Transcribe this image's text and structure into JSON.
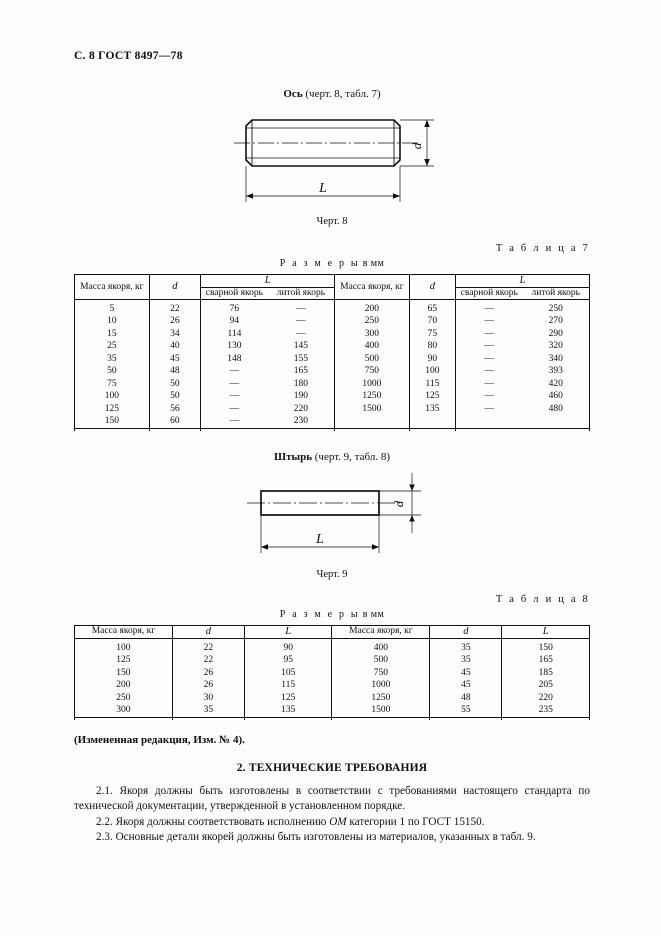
{
  "page": {
    "running_head": "С. 8 ГОСТ 8497—78"
  },
  "figure8": {
    "caption_bold": "Ось",
    "caption_rest": " (черт. 8, табл. 7)",
    "number": "Черт. 8",
    "dim_length": "L",
    "dim_diameter": "d"
  },
  "figure9": {
    "caption_bold": "Штырь",
    "caption_rest": " (черт. 9, табл. 8)",
    "number": "Черт. 9",
    "dim_length": "L",
    "dim_diameter": "d"
  },
  "table7": {
    "label": "Т а б л и ц а 7",
    "dims_prefix": "Р а з м е р ы",
    "dims_suffix": " в мм",
    "headers": {
      "mass": "Масса якоря, кг",
      "d": "d",
      "L": "L",
      "welded": "сварной якорь",
      "cast": "литой якорь"
    },
    "rows_left": [
      {
        "mass": "5",
        "d": "22",
        "welded": "76",
        "cast": "—"
      },
      {
        "mass": "10",
        "d": "26",
        "welded": "94",
        "cast": "—"
      },
      {
        "mass": "15",
        "d": "34",
        "welded": "114",
        "cast": "—"
      },
      {
        "mass": "25",
        "d": "40",
        "welded": "130",
        "cast": "145"
      },
      {
        "mass": "35",
        "d": "45",
        "welded": "148",
        "cast": "155"
      },
      {
        "mass": "50",
        "d": "48",
        "welded": "—",
        "cast": "165"
      },
      {
        "mass": "75",
        "d": "50",
        "welded": "—",
        "cast": "180"
      },
      {
        "mass": "100",
        "d": "50",
        "welded": "—",
        "cast": "190"
      },
      {
        "mass": "125",
        "d": "56",
        "welded": "—",
        "cast": "220"
      },
      {
        "mass": "150",
        "d": "60",
        "welded": "—",
        "cast": "230"
      }
    ],
    "rows_right": [
      {
        "mass": "200",
        "d": "65",
        "welded": "—",
        "cast": "250"
      },
      {
        "mass": "250",
        "d": "70",
        "welded": "—",
        "cast": "270"
      },
      {
        "mass": "300",
        "d": "75",
        "welded": "—",
        "cast": "290"
      },
      {
        "mass": "400",
        "d": "80",
        "welded": "—",
        "cast": "320"
      },
      {
        "mass": "500",
        "d": "90",
        "welded": "—",
        "cast": "340"
      },
      {
        "mass": "750",
        "d": "100",
        "welded": "—",
        "cast": "393"
      },
      {
        "mass": "1000",
        "d": "115",
        "welded": "—",
        "cast": "420"
      },
      {
        "mass": "1250",
        "d": "125",
        "welded": "—",
        "cast": "460"
      },
      {
        "mass": "1500",
        "d": "135",
        "welded": "—",
        "cast": "480"
      },
      {
        "mass": "",
        "d": "",
        "welded": "",
        "cast": ""
      }
    ]
  },
  "table8": {
    "label": "Т а б л и ц а 8",
    "dims_prefix": "Р а з м е р ы",
    "dims_suffix": " в мм",
    "headers": {
      "mass": "Масса якоря, кг",
      "d": "d",
      "L": "L"
    },
    "rows_left": [
      {
        "mass": "100",
        "d": "22",
        "L": "90"
      },
      {
        "mass": "125",
        "d": "22",
        "L": "95"
      },
      {
        "mass": "150",
        "d": "26",
        "L": "105"
      },
      {
        "mass": "200",
        "d": "26",
        "L": "115"
      },
      {
        "mass": "250",
        "d": "30",
        "L": "125"
      },
      {
        "mass": "300",
        "d": "35",
        "L": "135"
      }
    ],
    "rows_right": [
      {
        "mass": "400",
        "d": "35",
        "L": "150"
      },
      {
        "mass": "500",
        "d": "35",
        "L": "165"
      },
      {
        "mass": "750",
        "d": "45",
        "L": "185"
      },
      {
        "mass": "1000",
        "d": "45",
        "L": "205"
      },
      {
        "mass": "1250",
        "d": "48",
        "L": "220"
      },
      {
        "mass": "1500",
        "d": "55",
        "L": "235"
      }
    ]
  },
  "revision_note": "(Измененная редакция, Изм. № 4).",
  "section2": {
    "title": "2. ТЕХНИЧЕСКИЕ ТРЕБОВАНИЯ",
    "p1_a": "2.1.  Якоря должны быть изготовлены в соответствии с требованиями настоящего стандарта по технической документации, утвержденной в установленном порядке.",
    "p2_a": "2.2.  Якоря должны соответствовать исполнению ",
    "p2_italic": "ОМ",
    "p2_b": " категории 1 по ГОСТ 15150.",
    "p3": "2.3.  Основные детали якорей должны быть изготовлены из материалов, указанных в табл. 9."
  }
}
